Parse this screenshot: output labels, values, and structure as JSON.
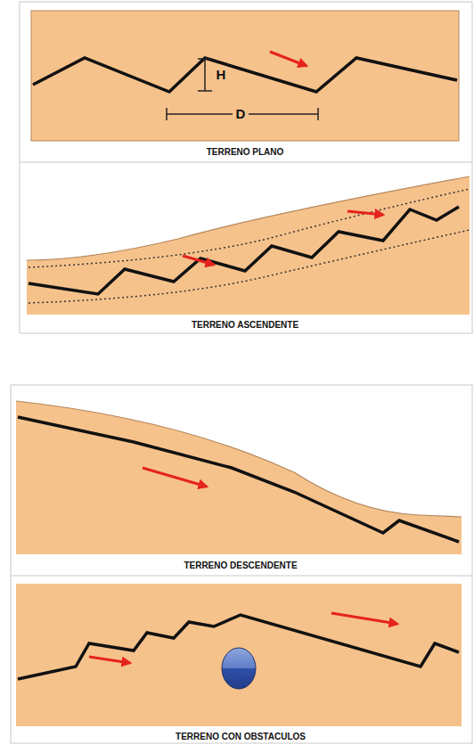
{
  "diagram": {
    "labels": [
      "H",
      "D",
      "TERRENO PLANO",
      "TERRENO ASCENDENTE",
      "TERRENO DESCENDENTE",
      "TERRENO CON OBSTACULOS"
    ]
  }
}
